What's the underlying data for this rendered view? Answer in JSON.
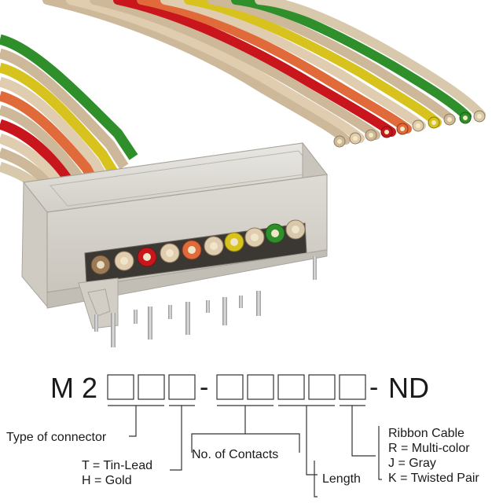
{
  "part_code": {
    "prefix_1": "M",
    "prefix_2": "2",
    "separator_1": "-",
    "separator_2": "-",
    "suffix": "ND"
  },
  "annotations": {
    "type_of_connector": "Type of connector",
    "plating_tin": "T = Tin-Lead",
    "plating_gold": "H = Gold",
    "no_of_contacts": "No. of Contacts",
    "length": "Length",
    "cable_title": "Ribbon Cable",
    "cable_r": "R = Multi-color",
    "cable_j": "J = Gray",
    "cable_k": "K = Twisted Pair"
  },
  "colors": {
    "wire_red": "#c8161c",
    "wire_green": "#2f8f2a",
    "wire_yellow": "#d8c21e",
    "wire_orange": "#e06a3a",
    "wire_tan": "#cdb89a",
    "wire_brown": "#9b7a55",
    "housing": "#d9d6d0",
    "pin": "#b8b8b8"
  }
}
